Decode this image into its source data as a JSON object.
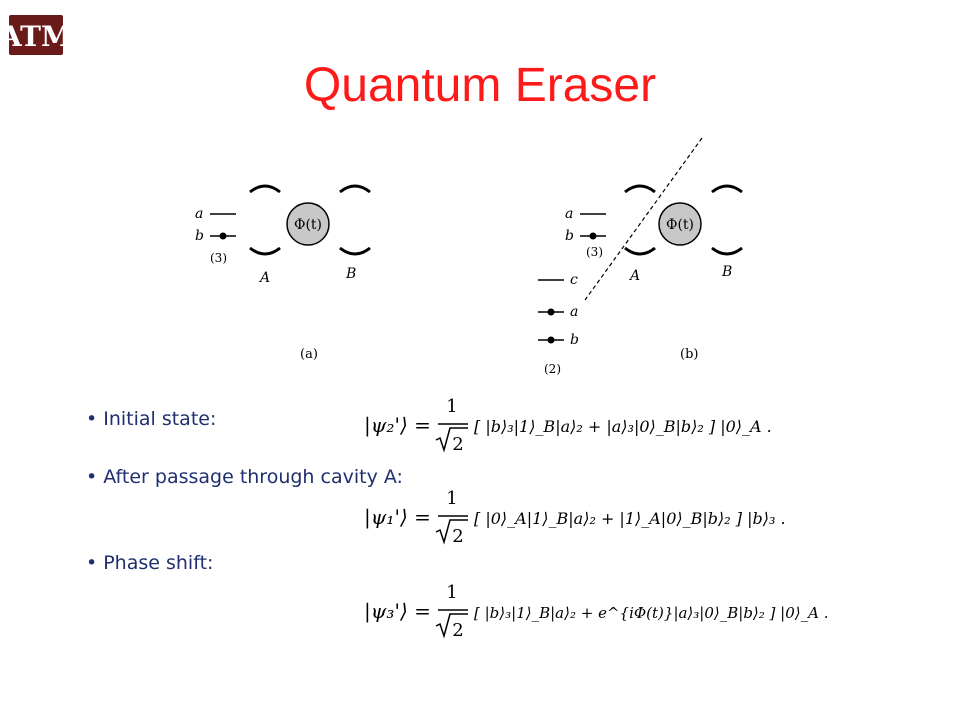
{
  "logo": {
    "text": "ATM"
  },
  "slide": {
    "title": "Quantum Eraser"
  },
  "figure": {
    "phi_label": "Φ(t)",
    "level_a": "a",
    "level_b": "b",
    "level_c": "c",
    "cavity_a": "A",
    "cavity_b": "B",
    "atom_3": "(3)",
    "atom_2": "(2)",
    "panel_a": "(a)",
    "panel_b": "(b)"
  },
  "bullets": [
    {
      "marker": "•",
      "text": "Initial state:"
    },
    {
      "marker": "•",
      "text": "After passage through cavity A:"
    },
    {
      "marker": "•",
      "text": "Phase shift:"
    }
  ],
  "equations": {
    "one": "1",
    "sqrt2": "2",
    "eq1": {
      "lhs": "|ψ₂'⟩ =",
      "body": "[ |b⟩₃|1⟩_B|a⟩₂ + |a⟩₃|0⟩_B|b⟩₂ ] |0⟩_A ."
    },
    "eq2": {
      "lhs": "|ψ₁'⟩ =",
      "body": "[ |0⟩_A|1⟩_B|a⟩₂ + |1⟩_A|0⟩_B|b⟩₂ ] |b⟩₃ ."
    },
    "eq3": {
      "lhs": "|ψ₃'⟩ =",
      "body": "[ |b⟩₃|1⟩_B|a⟩₂ + e^{iΦ(t)}|a⟩₃|0⟩_B|b⟩₂ ] |0⟩_A ."
    }
  }
}
